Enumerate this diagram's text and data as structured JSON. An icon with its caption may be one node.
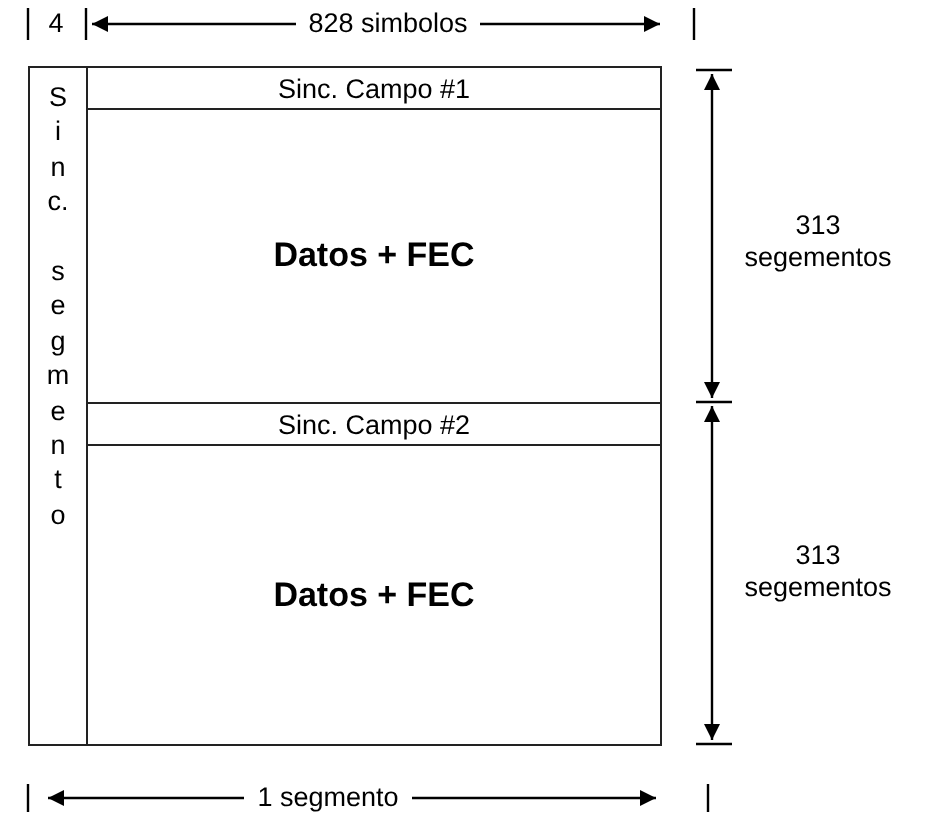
{
  "diagram": {
    "nodes": [
      {
        "text": [
          "Sinc. segmento"
        ]
      },
      {
        "text": [
          "Sinc. Campo #1"
        ]
      },
      {
        "text": [
          "Datos + FEC"
        ]
      },
      {
        "text": [
          "Sinc. Campo #2"
        ]
      },
      {
        "text": [
          "Datos + FEC"
        ]
      }
    ],
    "edges": [],
    "labels": [
      "4",
      "828 simbolos",
      "313 segementos",
      "313 segementos",
      "1 segmento"
    ]
  }
}
